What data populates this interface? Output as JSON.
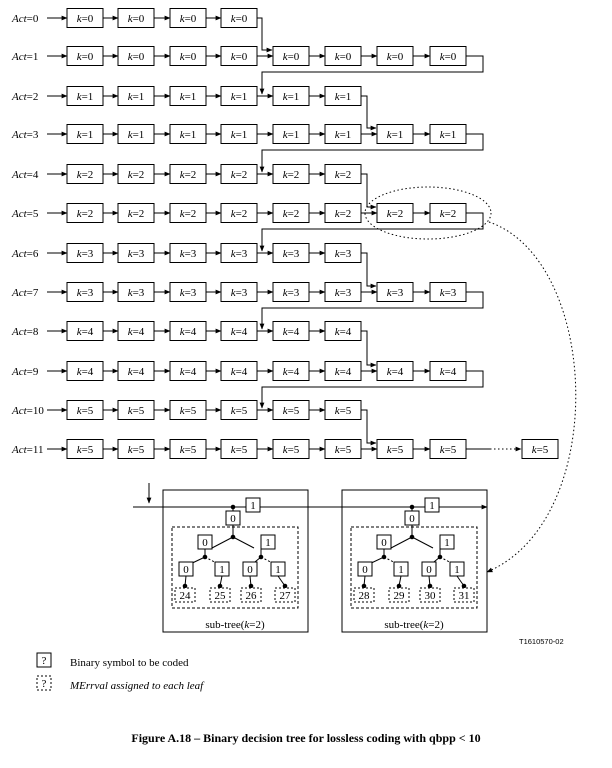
{
  "rows": [
    {
      "label": "Act=0",
      "acts": "0",
      "cells": [
        "k=0",
        "k=0",
        "k=0",
        "k=0"
      ]
    },
    {
      "label": "Act=1",
      "acts": "1",
      "cells": [
        "k=0",
        "k=0",
        "k=0",
        "k=0",
        "k=0",
        "k=0",
        "k=0",
        "k=0"
      ]
    },
    {
      "label": "Act=2",
      "acts": "2",
      "cells": [
        "k=1",
        "k=1",
        "k=1",
        "k=1",
        "k=1",
        "k=1"
      ]
    },
    {
      "label": "Act=3",
      "acts": "3",
      "cells": [
        "k=1",
        "k=1",
        "k=1",
        "k=1",
        "k=1",
        "k=1",
        "k=1",
        "k=1"
      ]
    },
    {
      "label": "Act=4",
      "acts": "4",
      "cells": [
        "k=2",
        "k=2",
        "k=2",
        "k=2",
        "k=2",
        "k=2"
      ]
    },
    {
      "label": "Act=5",
      "acts": "5",
      "cells": [
        "k=2",
        "k=2",
        "k=2",
        "k=2",
        "k=2",
        "k=2",
        "k=2",
        "k=2"
      ]
    },
    {
      "label": "Act=6",
      "acts": "6",
      "cells": [
        "k=3",
        "k=3",
        "k=3",
        "k=3",
        "k=3",
        "k=3"
      ]
    },
    {
      "label": "Act=7",
      "acts": "7",
      "cells": [
        "k=3",
        "k=3",
        "k=3",
        "k=3",
        "k=3",
        "k=3",
        "k=3",
        "k=3"
      ]
    },
    {
      "label": "Act=8",
      "acts": "8",
      "cells": [
        "k=4",
        "k=4",
        "k=4",
        "k=4",
        "k=4",
        "k=4"
      ]
    },
    {
      "label": "Act=9",
      "acts": "9",
      "cells": [
        "k=4",
        "k=4",
        "k=4",
        "k=4",
        "k=4",
        "k=4",
        "k=4",
        "k=4"
      ]
    },
    {
      "label": "Act=10",
      "acts": "10",
      "cells": [
        "k=5",
        "k=5",
        "k=5",
        "k=5",
        "k=5",
        "k=5"
      ]
    },
    {
      "label": "Act=11",
      "acts": "11",
      "cells": [
        "k=5",
        "k=5",
        "k=5",
        "k=5",
        "k=5",
        "k=5",
        "k=5",
        "k=5"
      ],
      "last": "k=5"
    }
  ],
  "subtrees": [
    {
      "label": "sub-tree(k=2)",
      "leaves": [
        "24",
        "25",
        "26",
        "27"
      ],
      "root": "0",
      "top": "1",
      "mid": [
        "0",
        "1"
      ],
      "low": [
        "0",
        "1",
        "0",
        "1"
      ]
    },
    {
      "label": "sub-tree(k=2)",
      "leaves": [
        "28",
        "29",
        "30",
        "31"
      ],
      "root": "0",
      "top": "1",
      "mid": [
        "0",
        "1"
      ],
      "low": [
        "0",
        "1",
        "0",
        "1"
      ]
    }
  ],
  "figure_number": "T1610570-02",
  "legend": {
    "box_symbol": "?",
    "box_text": "Binary symbol to be coded",
    "dashed_symbol": "?",
    "dashed_text": "MErrval assigned to each leaf"
  },
  "caption": "Figure A.18 – Binary decision tree for lossless coding with qbpp < 10"
}
